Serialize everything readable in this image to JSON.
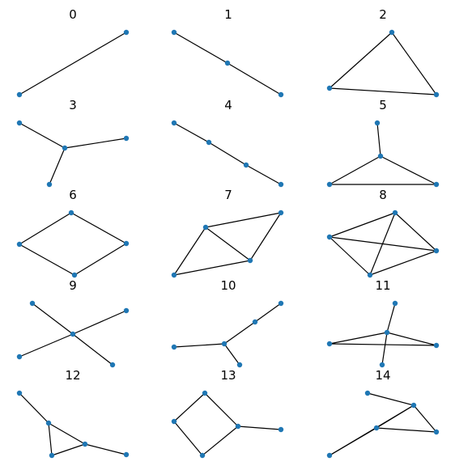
{
  "style": {
    "node_color": "#1f77b4",
    "edge_color": "#000000"
  },
  "graphs": [
    {
      "title": "0",
      "edges": [
        [
          0,
          1
        ]
      ]
    },
    {
      "title": "1",
      "edges": [
        [
          0,
          1
        ],
        [
          1,
          2
        ]
      ]
    },
    {
      "title": "2",
      "edges": [
        [
          0,
          1
        ],
        [
          1,
          2
        ],
        [
          2,
          0
        ]
      ]
    },
    {
      "title": "3",
      "edges": [
        [
          0,
          1
        ],
        [
          1,
          2
        ],
        [
          1,
          3
        ]
      ]
    },
    {
      "title": "4",
      "edges": [
        [
          0,
          1
        ],
        [
          1,
          2
        ],
        [
          2,
          3
        ]
      ]
    },
    {
      "title": "5",
      "edges": [
        [
          0,
          1
        ],
        [
          1,
          2
        ],
        [
          2,
          3
        ],
        [
          3,
          1
        ]
      ]
    },
    {
      "title": "6",
      "edges": [
        [
          0,
          1
        ],
        [
          1,
          2
        ],
        [
          2,
          3
        ],
        [
          3,
          0
        ]
      ]
    },
    {
      "title": "7",
      "edges": [
        [
          0,
          1
        ],
        [
          1,
          2
        ],
        [
          2,
          3
        ],
        [
          3,
          0
        ],
        [
          0,
          2
        ]
      ]
    },
    {
      "title": "8",
      "edges": [
        [
          0,
          1
        ],
        [
          0,
          2
        ],
        [
          0,
          3
        ],
        [
          1,
          2
        ],
        [
          1,
          3
        ],
        [
          2,
          3
        ]
      ]
    },
    {
      "title": "9",
      "edges": [
        [
          0,
          4
        ],
        [
          1,
          4
        ],
        [
          2,
          4
        ],
        [
          3,
          4
        ]
      ]
    },
    {
      "title": "10",
      "edges": [
        [
          0,
          1
        ],
        [
          1,
          2
        ],
        [
          2,
          3
        ],
        [
          2,
          4
        ]
      ]
    },
    {
      "title": "11",
      "edges": [
        [
          0,
          1
        ],
        [
          1,
          2
        ],
        [
          2,
          3
        ],
        [
          3,
          1
        ],
        [
          1,
          4
        ]
      ]
    },
    {
      "title": "12",
      "edges": [
        [
          0,
          1
        ],
        [
          1,
          2
        ],
        [
          2,
          3
        ],
        [
          3,
          1
        ],
        [
          2,
          4
        ]
      ]
    },
    {
      "title": "13",
      "edges": [
        [
          0,
          1
        ],
        [
          1,
          2
        ],
        [
          2,
          3
        ],
        [
          3,
          0
        ],
        [
          1,
          4
        ]
      ]
    },
    {
      "title": "14",
      "edges": [
        [
          0,
          1
        ],
        [
          1,
          2
        ],
        [
          2,
          3
        ],
        [
          3,
          1
        ],
        [
          1,
          4
        ],
        [
          4,
          2
        ]
      ]
    }
  ]
}
